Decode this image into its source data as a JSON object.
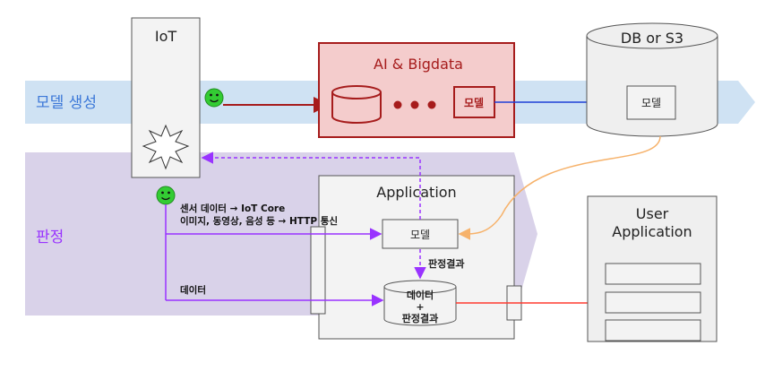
{
  "bands": {
    "model_generation": "모델 생성",
    "judgment": "판정"
  },
  "iot": {
    "title": "IoT"
  },
  "ai_box": {
    "title": "AI & Bigdata",
    "model_label": "모델"
  },
  "db": {
    "title": "DB or S3",
    "model_label": "모델"
  },
  "application": {
    "title": "Application",
    "model_label": "모델",
    "result_label": "판정결과",
    "store_line1": "데이터",
    "store_line2": "+",
    "store_line3": "판정결과"
  },
  "user_app": {
    "title_line1": "User",
    "title_line2": "Application"
  },
  "flows": {
    "sensor_line": "센서 데이터 → IoT Core",
    "media_line": "이미지, 동영상, 음성 등 → HTTP 통신",
    "data_line": "데이터"
  },
  "colors": {
    "blue_band": "#cfe2f3",
    "purple_band": "#d9d2e9",
    "ai_red": "#a61c1c",
    "purple_arrow": "#9933ff",
    "blue_arrow": "#1f3fd6",
    "orange_arrow": "#f6b26b",
    "red_arrow": "#ff3b30",
    "smiley_green": "#33cc33"
  }
}
